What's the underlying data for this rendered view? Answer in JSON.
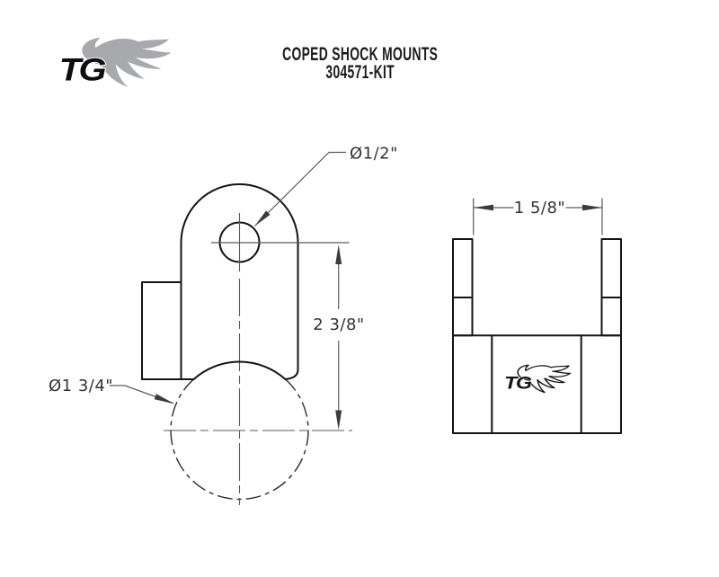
{
  "header": {
    "logo_text": "TG",
    "title_line1": "COPED SHOCK MOUNTS",
    "title_line2": "304571-KIT"
  },
  "side_view": {
    "hole_diameter_label": "Ø1/2\"",
    "height_label": "2 3/8\"",
    "tube_diameter_label": "Ø1 3/4\""
  },
  "front_view": {
    "width_label": "1 5/8\"",
    "logo_text": "TG"
  },
  "colors": {
    "outline": "#141414",
    "dimension": "#5a5a5a",
    "flame_gray": "#a7a9ac",
    "background": "#ffffff"
  }
}
